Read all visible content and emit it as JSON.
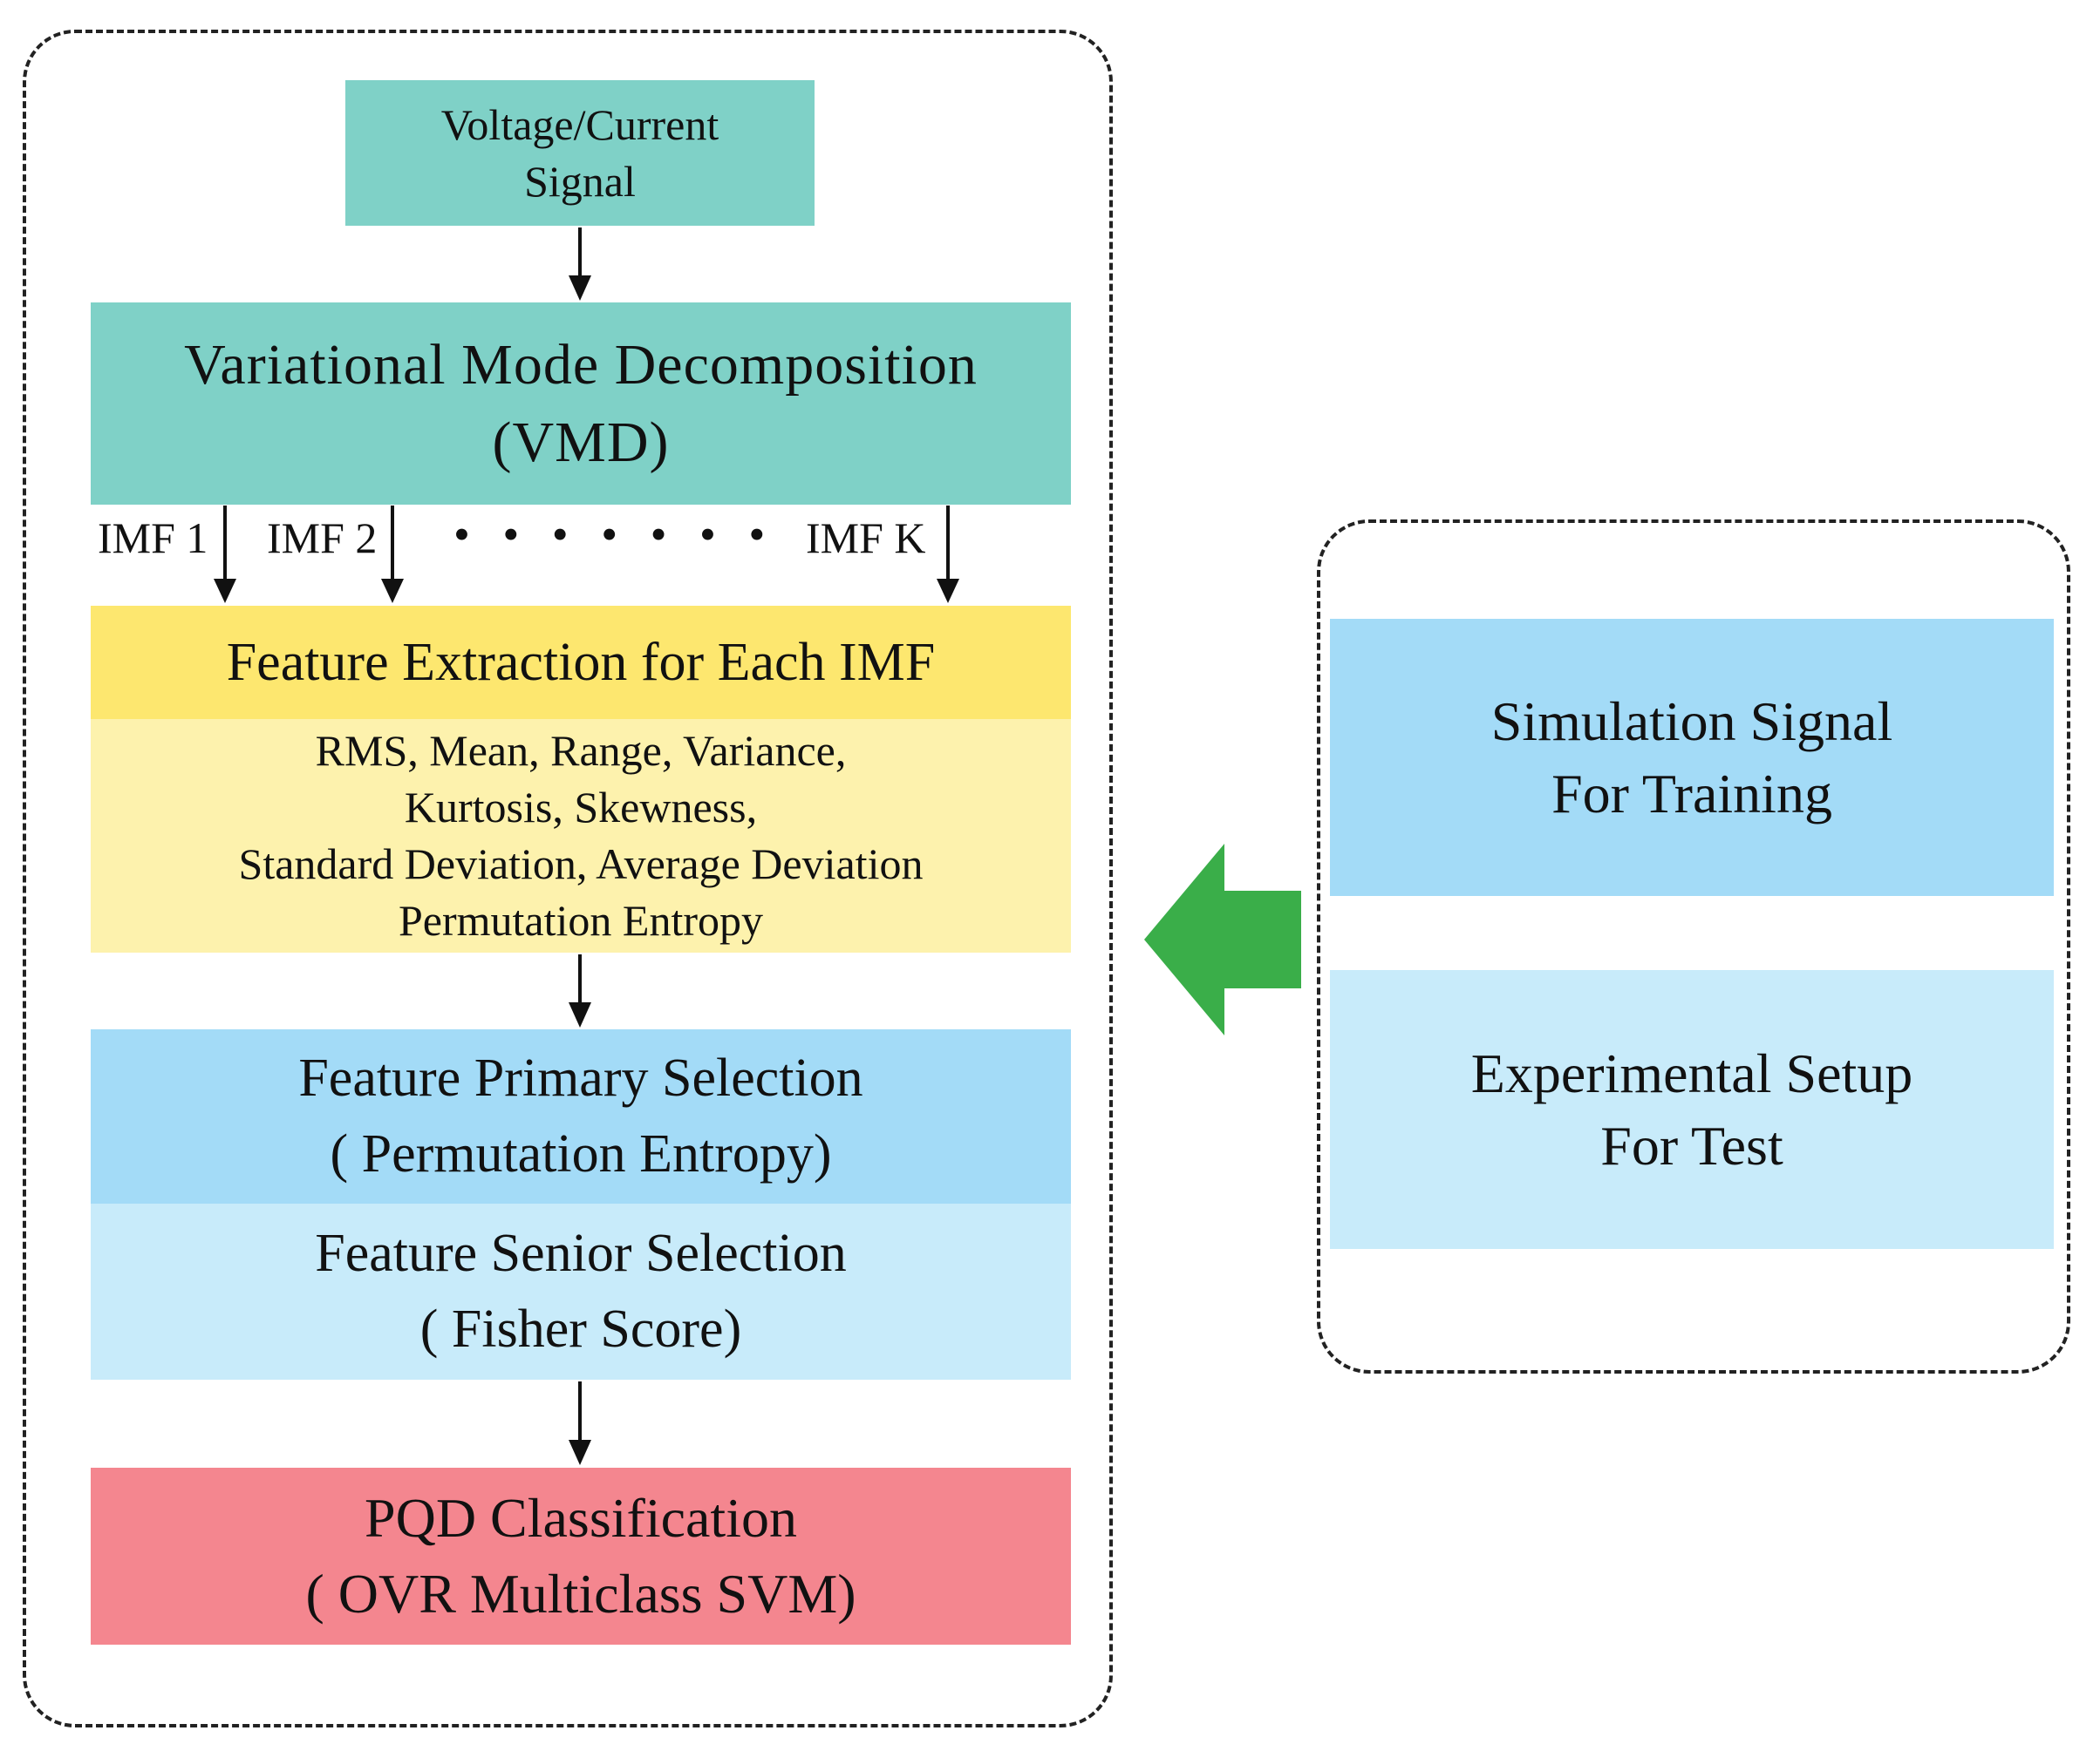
{
  "signal": {
    "line1": "Voltage/Current",
    "line2": "Signal"
  },
  "vmd": {
    "line1": "Variational Mode Decomposition",
    "line2": "(VMD)"
  },
  "imfs": {
    "imf1": "IMF 1",
    "imf2": "IMF 2",
    "dots": "• • • • • • •",
    "imfk": "IMF K"
  },
  "feature_extraction": {
    "title": "Feature Extraction for Each IMF",
    "lines": [
      "RMS, Mean, Range, Variance,",
      "Kurtosis, Skewness,",
      "Standard Deviation, Average Deviation",
      "Permutation Entropy"
    ]
  },
  "primary_selection": {
    "line1": "Feature Primary Selection",
    "line2": "( Permutation Entropy)"
  },
  "senior_selection": {
    "line1": "Feature Senior Selection",
    "line2": "( Fisher Score)"
  },
  "classification": {
    "line1": "PQD Classification",
    "line2": "( OVR Multiclass SVM)"
  },
  "simulation": {
    "line1": "Simulation Signal",
    "line2": "For Training"
  },
  "experimental": {
    "line1": "Experimental Setup",
    "line2": "For Test"
  },
  "colors": {
    "teal": "#7fd1c7",
    "yellow_head": "#fde76f",
    "yellow_body": "#fdf2ad",
    "blue": "#a3dbf7",
    "light_blue": "#c8ebfa",
    "red": "#f4868f",
    "green_arrow": "#3aae49"
  }
}
